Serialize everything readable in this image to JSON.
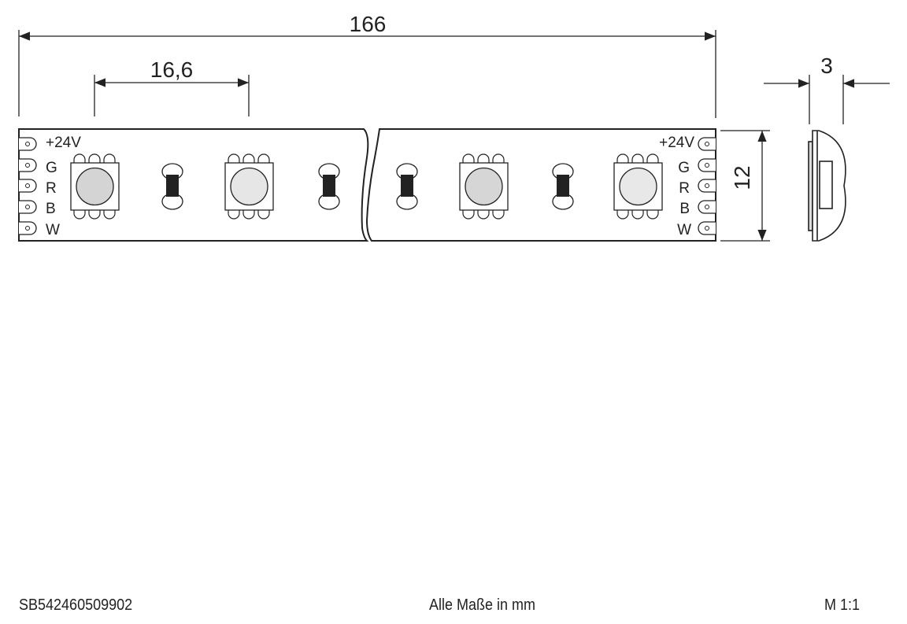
{
  "dimensions": {
    "length": "166",
    "pitch": "16,6",
    "height": "12",
    "thickness": "3"
  },
  "strip": {
    "left_labels": [
      "+24V",
      "G",
      "R",
      "B",
      "W"
    ],
    "right_labels": [
      "+24V",
      "G",
      "R",
      "B",
      "W"
    ],
    "led_colors": [
      "#d4d4d4",
      "#e6e6e6",
      "#d6d6d6",
      "#e8e8e8"
    ],
    "resistor_color": "#222222"
  },
  "footer": {
    "part_number": "SB542460509902",
    "units_note": "Alle Maße in mm",
    "scale": "M 1:1"
  }
}
